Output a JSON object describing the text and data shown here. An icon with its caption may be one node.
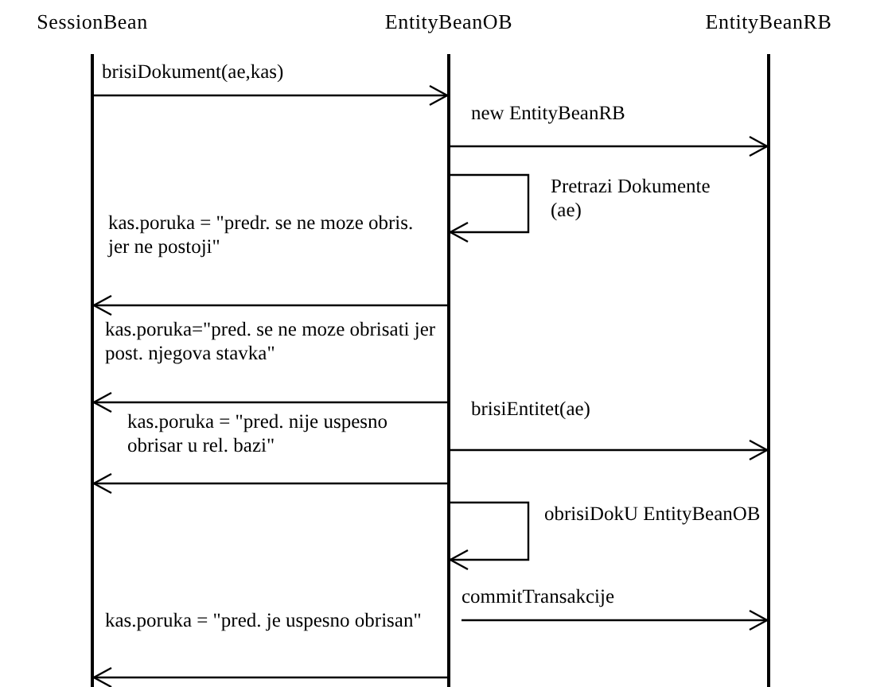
{
  "diagram": {
    "nodes": [
      {
        "text": [
          "SessionBean"
        ]
      },
      {
        "text": [
          "EntityBeanOB"
        ]
      },
      {
        "text": [
          "EntityBeanRB"
        ]
      }
    ],
    "edges": [
      {
        "from": 0,
        "to": 1,
        "arrow": "to",
        "label": "brisiDokument(ae,kas)"
      },
      {
        "from": 1,
        "to": 2,
        "arrow": "to",
        "label": "new EntityBeanRB"
      },
      {
        "from": 1,
        "to": 1,
        "arrow": "to",
        "label": "Pretrazi Dokumente (ae)"
      },
      {
        "from": 1,
        "to": 0,
        "arrow": "to",
        "label": "kas.poruka = \"predr. se ne moze obris. jer ne postoji\""
      },
      {
        "from": 1,
        "to": 0,
        "arrow": "to",
        "label": "kas.poruka=\"pred. se ne moze obrisati jer post. njegova stavka\""
      },
      {
        "from": 1,
        "to": 2,
        "arrow": "to",
        "label": "brisiEntitet(ae)"
      },
      {
        "from": 1,
        "to": 0,
        "arrow": "to",
        "label": "kas.poruka = \"pred. nije uspesno obrisar u rel. bazi\""
      },
      {
        "from": 1,
        "to": 1,
        "arrow": "to",
        "label": "obrisiDokU EntityBeanOB"
      },
      {
        "from": 1,
        "to": 2,
        "arrow": "to",
        "label": "commitTransakcije"
      },
      {
        "from": 1,
        "to": 0,
        "arrow": "to",
        "label": "kas.poruka = \"pred. je uspesno obrisan\""
      }
    ]
  }
}
